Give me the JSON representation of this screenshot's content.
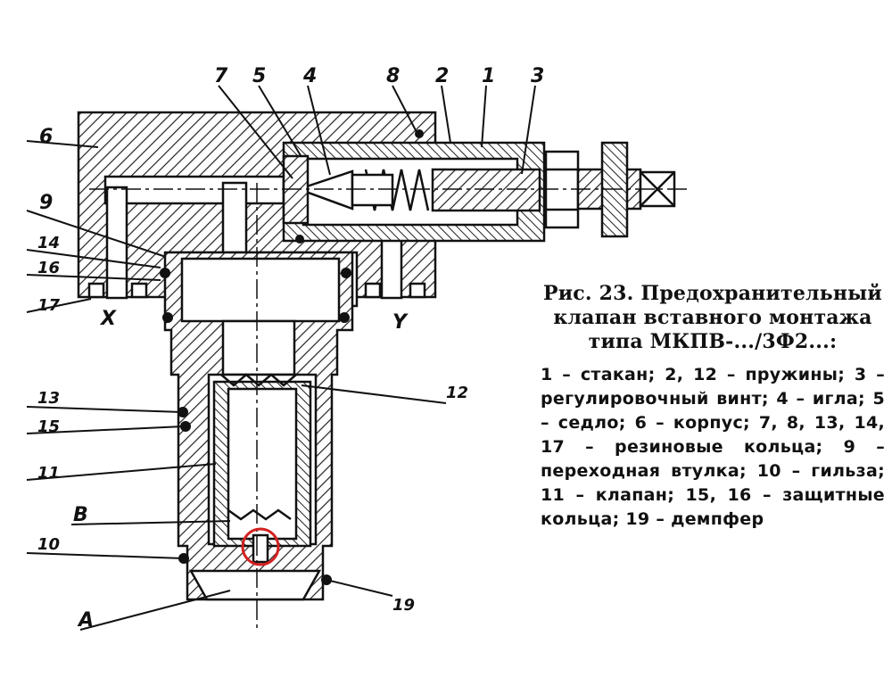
{
  "figure": {
    "caption_title": "Рис. 23. Предохранительный клапан вставного монтажа типа МКПВ-.../3Ф2...:",
    "legend_text": "1 – стакан; 2, 12 – пружины; 3 – регулировочный винт; 4 – игла; 5 – седло; 6 – корпус; 7, 8, 13, 14, 17 – резиновые кольца; 9 – переходная втулка; 10 – гильза; 11 – клапан; 15, 16 – защитные кольца; 19 – демпфер"
  },
  "callouts": {
    "n1": "1",
    "n2": "2",
    "n3": "3",
    "n4": "4",
    "n5": "5",
    "n6": "6",
    "n7": "7",
    "n8": "8",
    "n9": "9",
    "n10": "10",
    "n11": "11",
    "n12": "12",
    "n13": "13",
    "n14": "14",
    "n15": "15",
    "n16": "16",
    "n17": "17",
    "n19": "19",
    "X": "X",
    "Y": "Y",
    "B": "B",
    "A": "A"
  },
  "highlight_color": "#d42020"
}
